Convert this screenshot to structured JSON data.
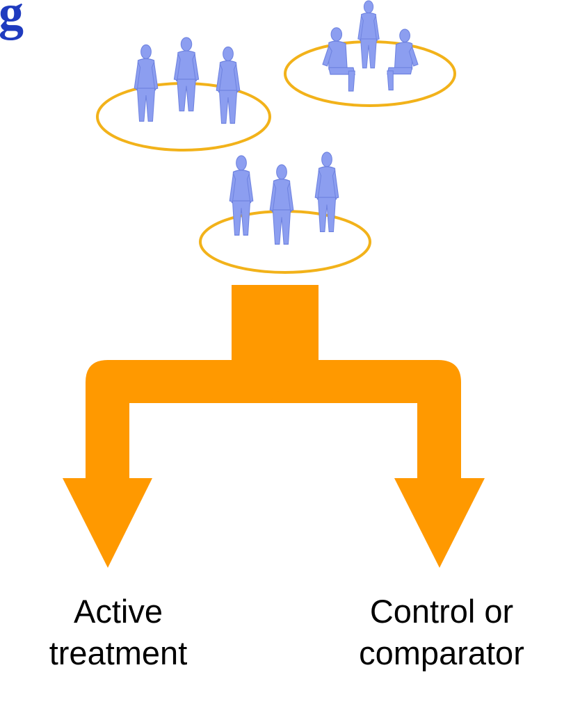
{
  "title_fragment": "g",
  "colors": {
    "accent_orange": "#ff9900",
    "ring_yellow": "#f2b21a",
    "figure_blue": "#8c9ef0",
    "title_blue": "#1f3bbf"
  },
  "groups": [
    {
      "name": "group-top-left",
      "figures": 3
    },
    {
      "name": "group-top-right",
      "figures": 3
    },
    {
      "name": "group-center",
      "figures": 3
    }
  ],
  "labels": {
    "active_line1": "Active",
    "active_line2": "treatment",
    "control_line1": "Control or",
    "control_line2": "comparator"
  }
}
